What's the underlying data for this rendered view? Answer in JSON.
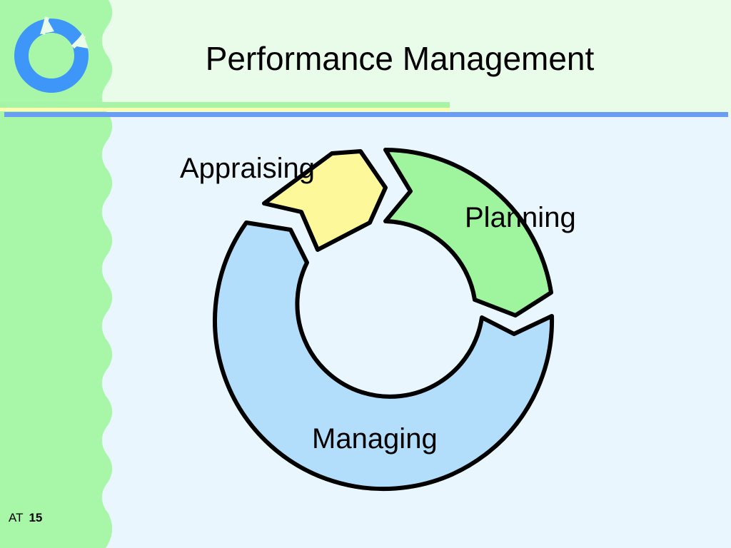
{
  "slide": {
    "title": "Performance Management",
    "footer": {
      "author": "AT",
      "page_number": "15"
    }
  },
  "cycle": {
    "stages": [
      {
        "label": "Appraising",
        "color": "#fdf89a"
      },
      {
        "label": "Planning",
        "color": "#9ef59e"
      },
      {
        "label": "Managing",
        "color": "#b2defb"
      }
    ]
  },
  "colors": {
    "left_band": "#a8f7a8",
    "header_bg": "#e9fbe9",
    "content_bg": "#eaf6fd",
    "rule_green": "#a6f5a6",
    "rule_blue": "#6a9ef4",
    "rule_yellow": "#fdfdb0",
    "logo_blue": "#3d96f8"
  }
}
